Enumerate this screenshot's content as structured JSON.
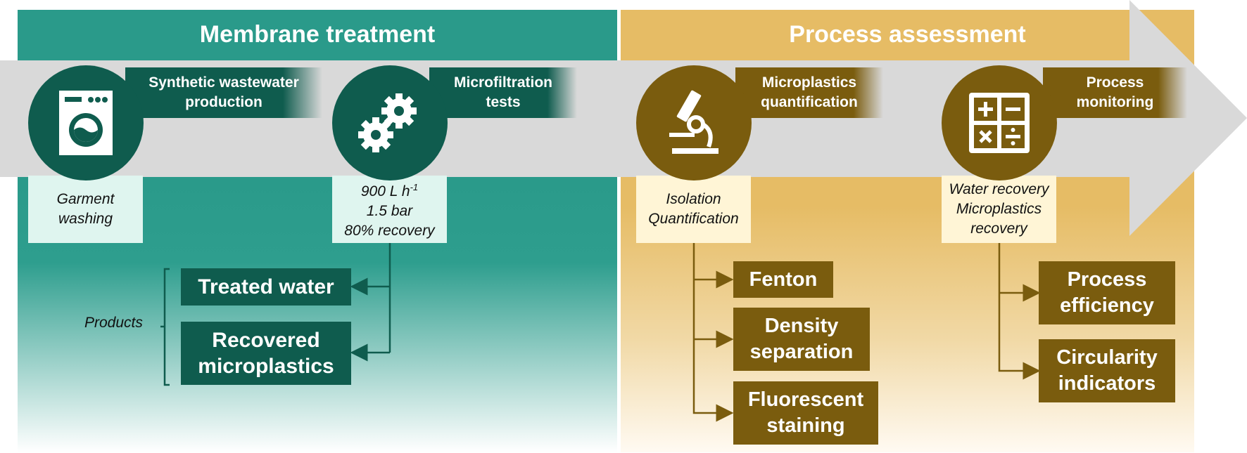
{
  "headers": {
    "left": "Membrane treatment",
    "right": "Process assessment"
  },
  "steps": [
    {
      "icon": "washing-machine-icon",
      "title_lines": [
        "Synthetic wastewater",
        "production"
      ],
      "note_lines": [
        "Garment",
        "washing"
      ]
    },
    {
      "icon": "gears-icon",
      "title_lines": [
        "Microfiltration",
        "tests"
      ],
      "note_lines": [
        "900 L h",
        "1.5 bar",
        "80% recovery"
      ],
      "note_superscript": "-1"
    },
    {
      "icon": "microscope-icon",
      "title_lines": [
        "Microplastics",
        "quantification"
      ],
      "note_lines": [
        "Isolation",
        "Quantification"
      ]
    },
    {
      "icon": "calculator-icon",
      "title_lines": [
        "Process",
        "monitoring"
      ],
      "note_lines": [
        "Water recovery",
        "Microplastics",
        "recovery"
      ]
    }
  ],
  "products": {
    "label": "Products",
    "items": [
      {
        "lines": [
          "Treated water"
        ]
      },
      {
        "lines": [
          "Recovered",
          "microplastics"
        ]
      }
    ]
  },
  "quantification_methods": [
    {
      "lines": [
        "Fenton"
      ]
    },
    {
      "lines": [
        "Density",
        "separation"
      ]
    },
    {
      "lines": [
        "Fluorescent",
        "staining"
      ]
    }
  ],
  "monitoring_outputs": [
    {
      "lines": [
        "Process",
        "efficiency"
      ]
    },
    {
      "lines": [
        "Circularity",
        "indicators"
      ]
    }
  ],
  "colors": {
    "teal": "#2a9a8a",
    "dark_teal": "#0f5c4e",
    "gold": "#e6bc65",
    "olive": "#7a5c0e",
    "arrow_gray": "#d9d9d9"
  }
}
